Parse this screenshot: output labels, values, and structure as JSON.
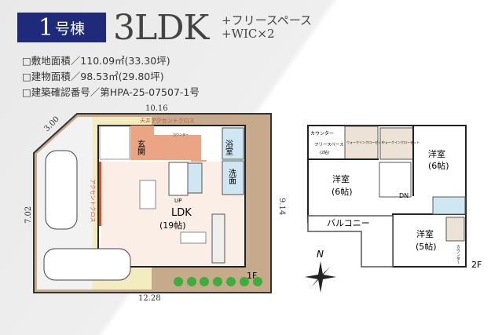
{
  "header": {
    "unit_number": "1",
    "unit_suffix": "号棟",
    "layout": "3LDK",
    "extras": [
      "+フリースペース",
      "+WIC×2"
    ]
  },
  "specs": [
    "□敷地面積／110.09㎡(33.30坪)",
    "□建物面積／98.53㎡(29.80坪)",
    "□建築確認番号／第HPA-25-07507-1号"
  ],
  "floor1": {
    "label": "1F",
    "dimensions": {
      "top": "10.16",
      "diagonal": "3.00",
      "left": "7.02",
      "right": "9.14",
      "bottom": "12.28"
    },
    "accent_ceiling": "天井アクセントクロス",
    "accent_wall": "アクセントクロス",
    "rooms": {
      "entrance": "玄関",
      "bath": "浴室",
      "wash": "洗面",
      "ldk": "LDK",
      "ldk_size": "(19帖)",
      "counter": "カウンター",
      "up": "UP"
    }
  },
  "floor2": {
    "label": "2F",
    "rooms": {
      "counter_top": "カウンター",
      "free_space": "フリースペース",
      "free_space_size": "(2帖)",
      "wic1": "ウォークインクローゼット",
      "wic2": "ウォークインクローゼット",
      "western1": "洋室",
      "western1_size": "(6帖)",
      "western2": "洋室",
      "western2_size": "(6帖)",
      "western3": "洋室",
      "western3_size": "(5帖)",
      "balcony": "バルコニー",
      "dn": "DN",
      "counter_side": "カウンター"
    }
  },
  "compass": {
    "north": "N"
  },
  "colors": {
    "badge": "#1f2a7a",
    "accent": "#e9a584",
    "wet": "#cfe6f3",
    "ldk": "#fbeee6",
    "lot": "#c7a98c",
    "path": "#f3ecc0"
  }
}
